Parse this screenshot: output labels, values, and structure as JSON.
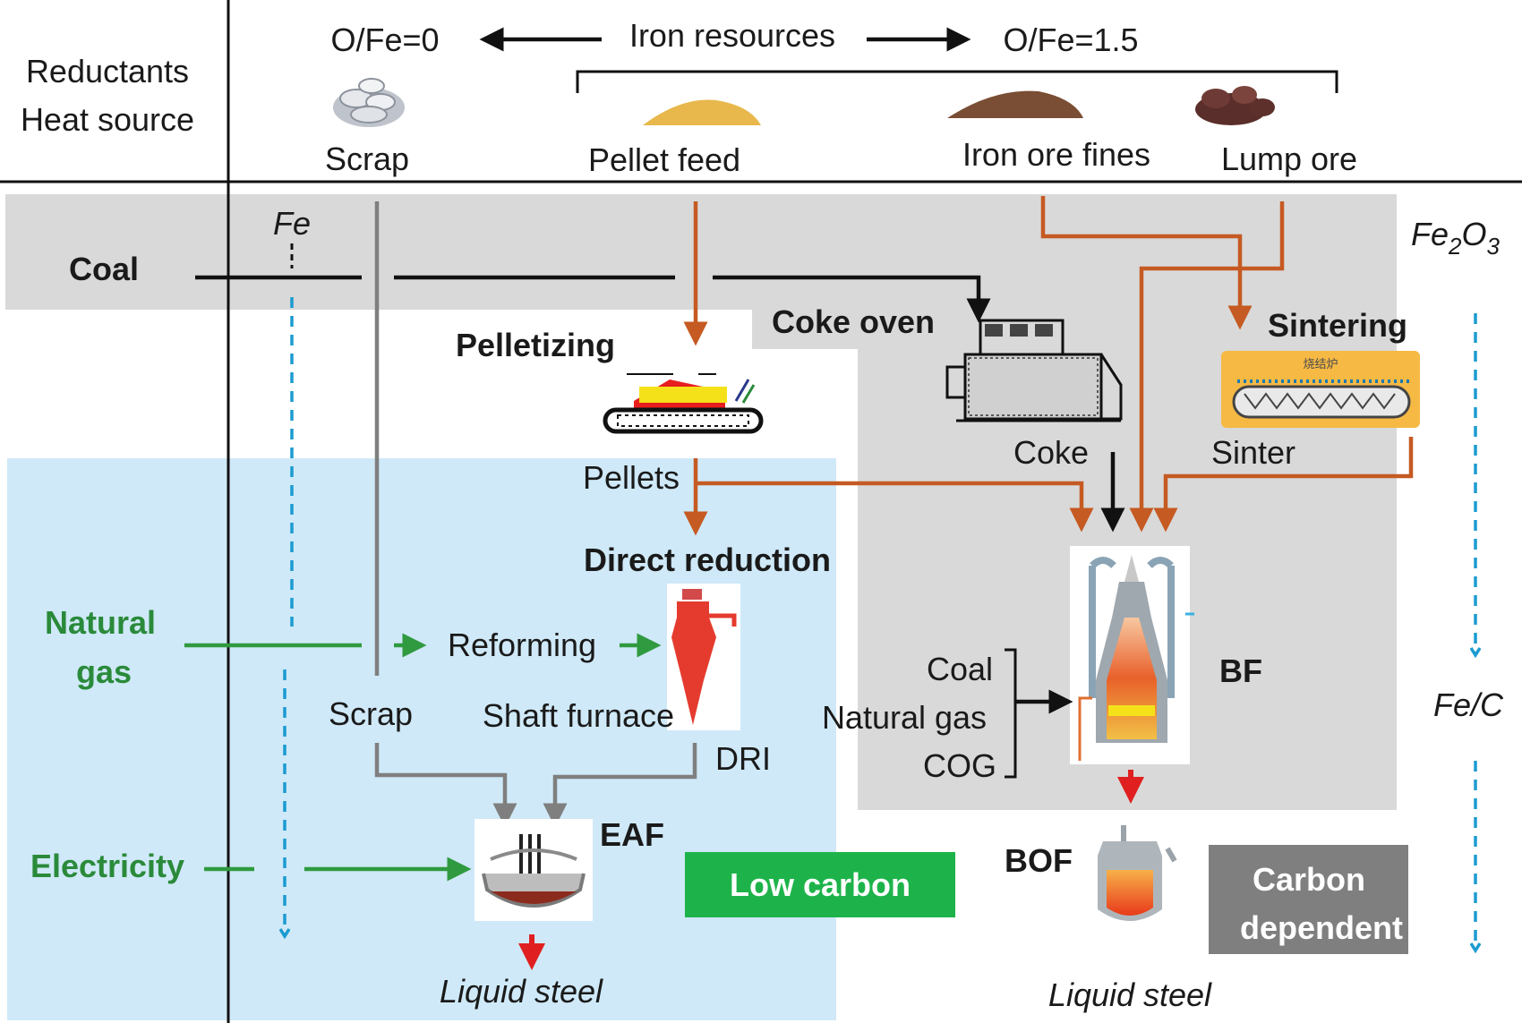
{
  "header": {
    "reductants": "Reductants",
    "heat_source": "Heat source",
    "o_fe_0": "O/Fe=0",
    "iron_resources": "Iron resources",
    "o_fe_15": "O/Fe=1.5",
    "scrap": "Scrap",
    "pellet_feed": "Pellet feed",
    "iron_ore_fines": "Iron ore fines",
    "lump_ore": "Lump ore"
  },
  "left": {
    "fe": "Fe",
    "coal": "Coal",
    "natural": "Natural",
    "gas": "gas",
    "electricity": "Electricity"
  },
  "process": {
    "pelletizing": "Pelletizing",
    "coke_oven": "Coke oven",
    "sintering": "Sintering",
    "sinter_sign": "烧结炉",
    "pellets": "Pellets",
    "coke": "Coke",
    "sinter": "Sinter",
    "direct_reduction": "Direct reduction",
    "reforming": "Reforming",
    "shaft_furnace": "Shaft furnace",
    "scrap": "Scrap",
    "dri": "DRI",
    "eaf": "EAF",
    "bf": "BF",
    "bof": "BOF",
    "bf_coal": "Coal",
    "bf_natural_gas": "Natural gas",
    "bf_cog": "COG",
    "liquid_steel_left": "Liquid steel",
    "liquid_steel_right": "Liquid steel"
  },
  "right": {
    "fe2o3_main": "Fe",
    "fe2o3_sub1": "2",
    "fe2o3_o": "O",
    "fe2o3_sub2": "3",
    "fe_c": "Fe/C"
  },
  "badges": {
    "low_carbon": "Low carbon",
    "carbon_dependent_1": "Carbon",
    "carbon_dependent_2": "dependent"
  },
  "colors": {
    "low_carbon_bg": "#1db34a",
    "carbon_dependent_bg": "#7f7f7f",
    "light_blue_region": "#cfe9f8",
    "gray_region": "#d9d9d9",
    "process_arrow": "#c55a22",
    "gas_arrow": "#2f9a3f",
    "dashed_arrow": "#1b9bd1"
  }
}
